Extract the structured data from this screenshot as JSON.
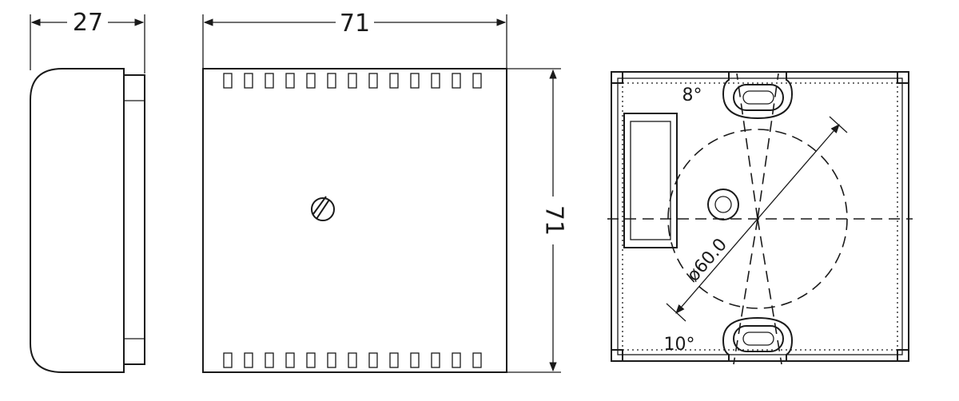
{
  "dimensions": {
    "side_depth": "27",
    "front_width": "71",
    "front_height": "71",
    "hole_diameter": "ø60.0",
    "angle_top": "8°",
    "angle_bottom": "10°"
  }
}
